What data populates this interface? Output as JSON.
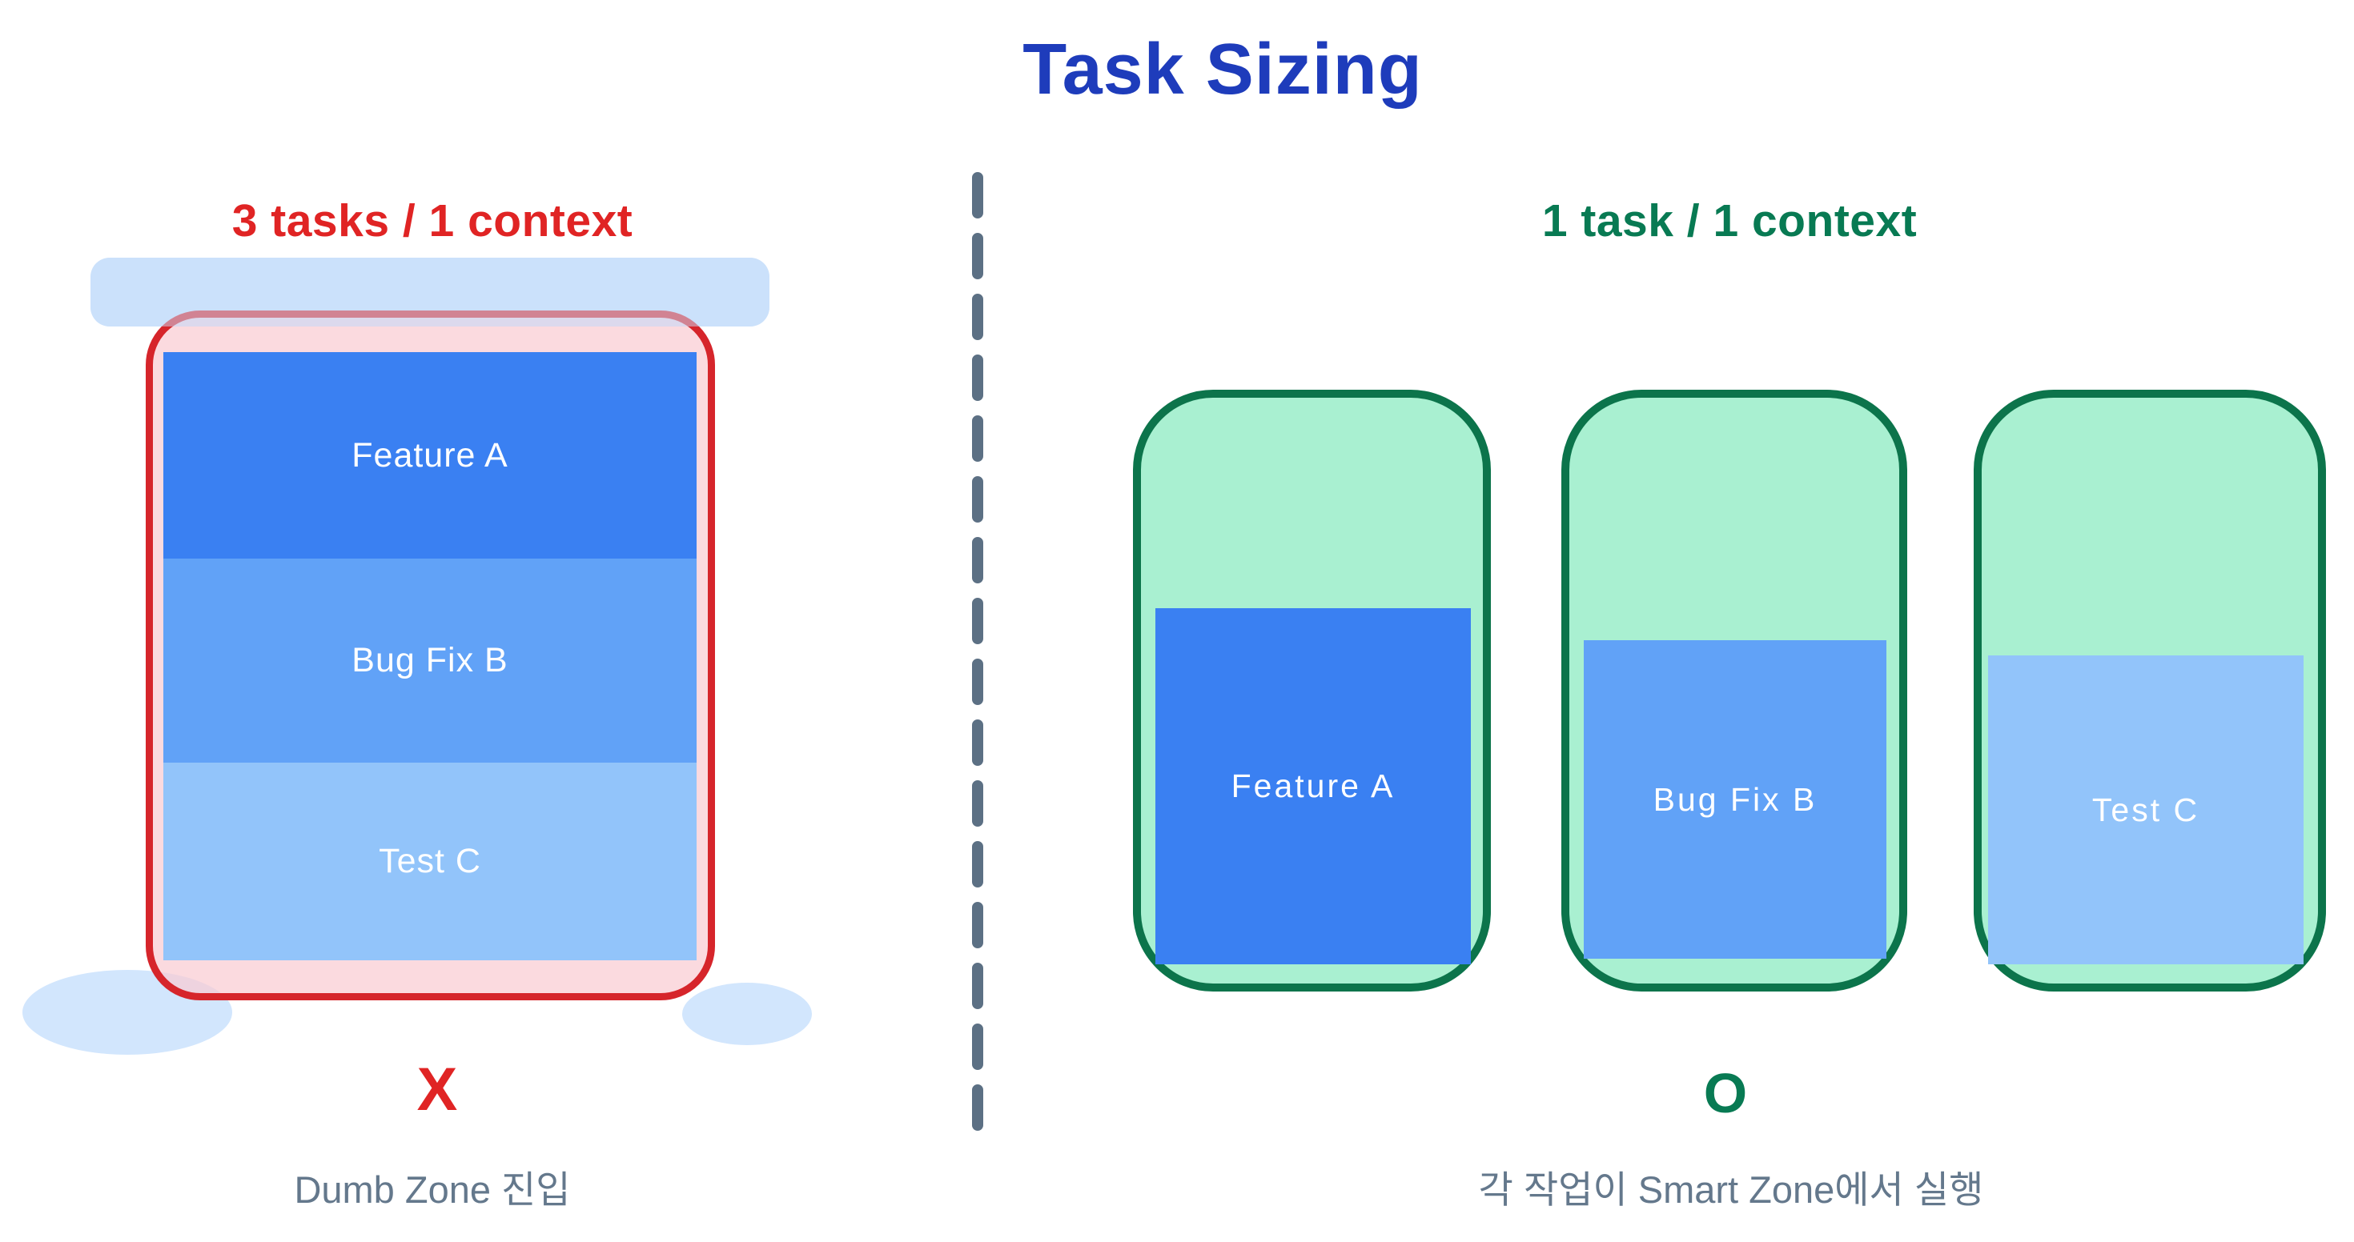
{
  "title": "Task Sizing",
  "colors": {
    "title-blue": "#1e3cbb",
    "red-text": "#e02424",
    "red-border": "#d6252b",
    "pink-fill": "rgba(250,203,210,0.7)",
    "context-bar-blue": "#cbe1fb",
    "bar-overlay": "rgba(203,226,252,0.5)",
    "blob-blue": "#d2e6fd",
    "task-blue-1": "#3a80f2",
    "task-blue-2": "#61a2f7",
    "task-blue-3": "#92c4fa",
    "mint-fill": "#a9f0d1",
    "green-border": "#0c744b",
    "green-text": "#087a53",
    "slate-text": "#64788c",
    "dash-gray": "#5c7084",
    "task-text": "#ffffff"
  },
  "left_panel": {
    "label": "3 tasks / 1 context",
    "tasks": [
      "Feature A",
      "Bug Fix B",
      "Test C"
    ],
    "verdict": "X",
    "caption": "Dumb Zone 진입"
  },
  "right_panel": {
    "label": "1 task / 1 context",
    "tasks": [
      "Feature A",
      "Bug Fix B",
      "Test C"
    ],
    "verdict": "O",
    "caption": "각 작업이 Smart Zone에서 실행"
  }
}
